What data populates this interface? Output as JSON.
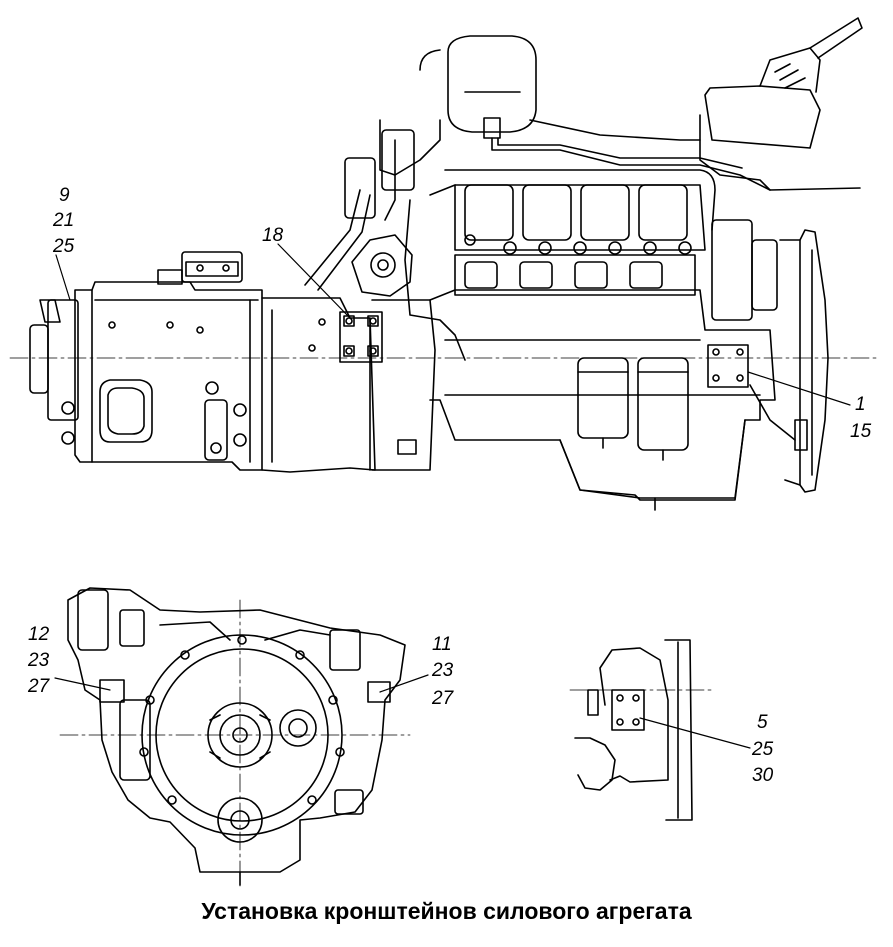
{
  "caption": "Установка кронштейнов силового агрегата",
  "callouts": {
    "main_rear": [
      "9",
      "21",
      "25"
    ],
    "main_mid": "18",
    "main_front": [
      "1",
      "15"
    ],
    "rear_view_left": [
      "12",
      "23",
      "27"
    ],
    "rear_view_right": [
      "11",
      "23",
      "27"
    ],
    "detail_view": [
      "5",
      "25",
      "30"
    ]
  }
}
